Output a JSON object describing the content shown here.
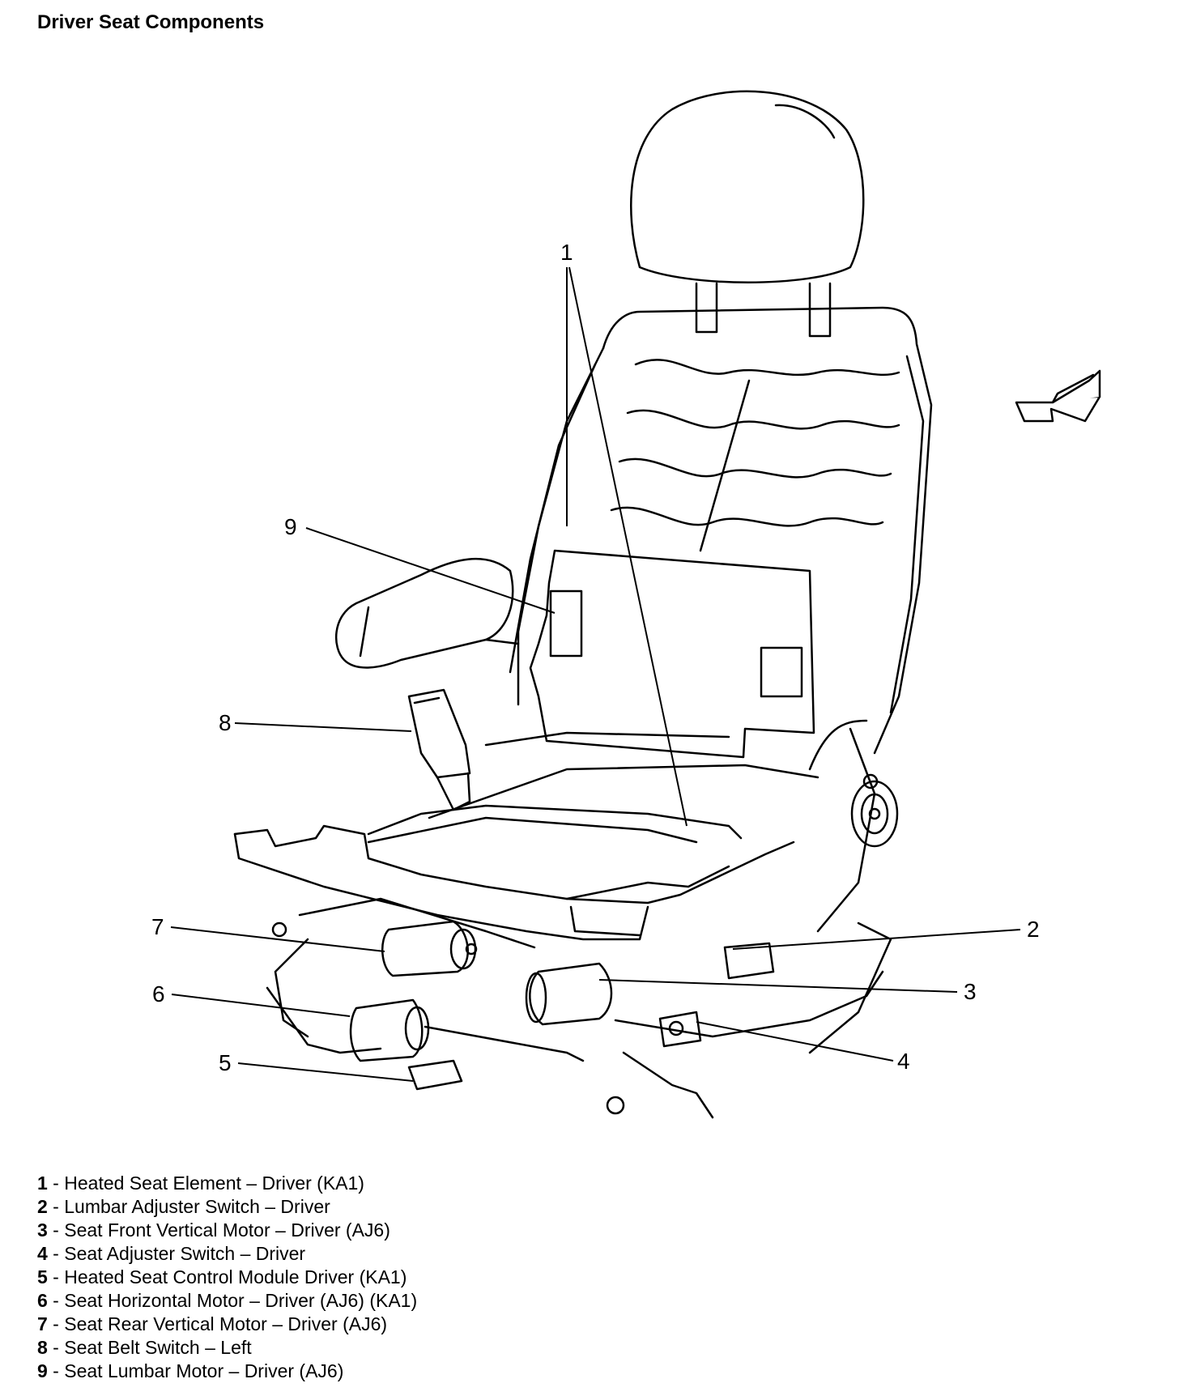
{
  "title": "Driver Seat Components",
  "callouts": [
    "1",
    "2",
    "3",
    "4",
    "5",
    "6",
    "7",
    "8",
    "9"
  ],
  "legend": [
    {
      "num": "1",
      "sep": " - ",
      "text": "Heated Seat Element – Driver (KA1)"
    },
    {
      "num": "2",
      "sep": " - ",
      "text": "Lumbar Adjuster Switch – Driver"
    },
    {
      "num": "3",
      "sep": " - ",
      "text": "Seat Front Vertical Motor – Driver (AJ6)"
    },
    {
      "num": "4",
      "sep": " - ",
      "text": "Seat Adjuster Switch – Driver"
    },
    {
      "num": "5",
      "sep": " - ",
      "text": "Heated Seat Control Module Driver (KA1)"
    },
    {
      "num": "6",
      "sep": " - ",
      "text": "Seat Horizontal Motor – Driver (AJ6) (KA1)"
    },
    {
      "num": "7",
      "sep": " - ",
      "text": "Seat Rear Vertical Motor – Driver (AJ6)"
    },
    {
      "num": "8",
      "sep": " - ",
      "text": "Seat Belt Switch – Left"
    },
    {
      "num": "9",
      "sep": " - ",
      "text": "Seat Lumbar Motor – Driver (AJ6)"
    }
  ],
  "icons": {
    "direction": "front-direction-arrow-icon"
  }
}
